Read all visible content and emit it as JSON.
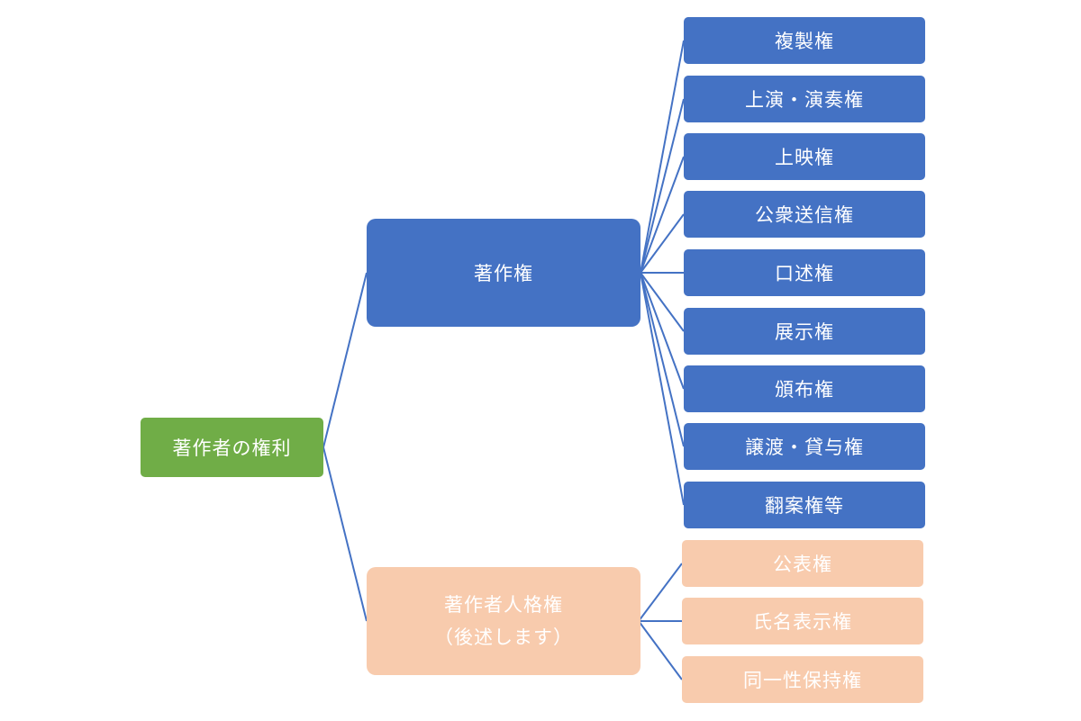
{
  "colors": {
    "root": "#70ad47",
    "copyright": "#4472c4",
    "moral": "#f8cbad",
    "connector": "#4472c4"
  },
  "root": {
    "label": "著作者の権利"
  },
  "copyright": {
    "label": "著作権",
    "items": [
      "複製権",
      "上演・演奏権",
      "上映権",
      "公衆送信権",
      "口述権",
      "展示権",
      "頒布権",
      "譲渡・貸与権",
      "翻案権等"
    ]
  },
  "moral": {
    "label_line1": "著作者人格権",
    "label_line2": "（後述します）",
    "items": [
      "公表権",
      "氏名表示権",
      "同一性保持権"
    ]
  }
}
